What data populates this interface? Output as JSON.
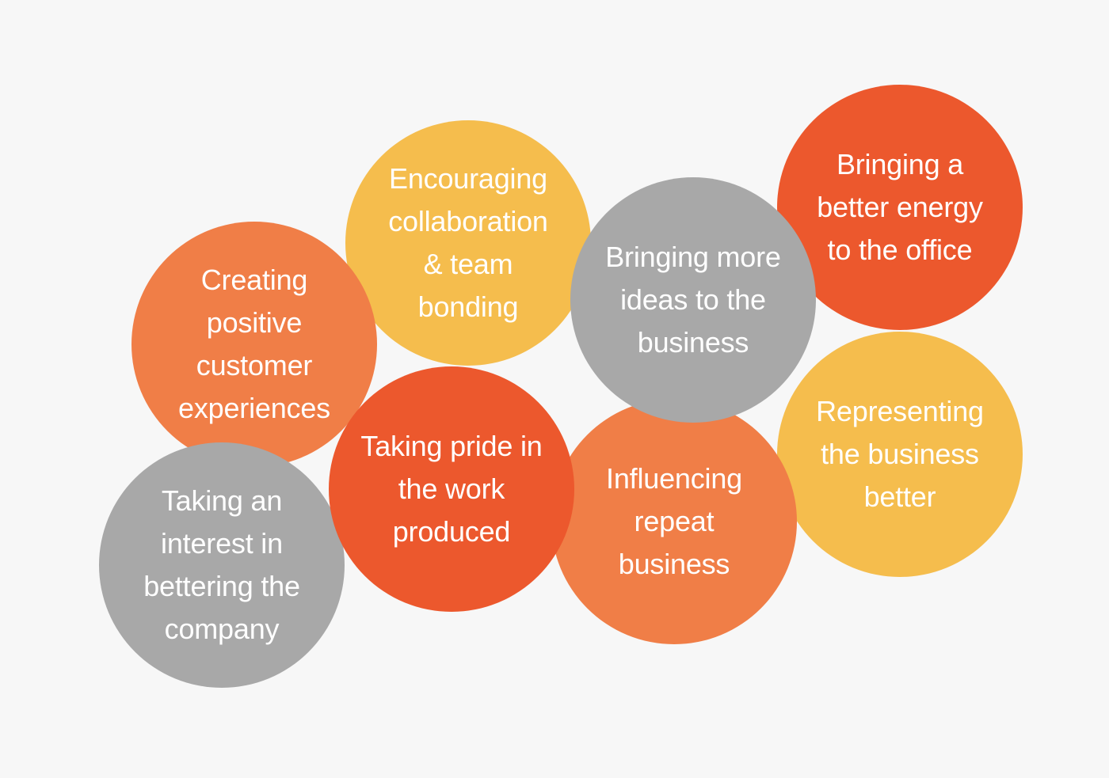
{
  "colors": {
    "background": "#f7f7f7",
    "red_orange": "#ec582d",
    "orange": "#f07e47",
    "yellow": "#f5bd4d",
    "gray": "#a8a8a8",
    "text": "#ffffff"
  },
  "bubbles": [
    {
      "label": "Encouraging\ncollaboration\n& team\nbonding",
      "color": "#f5bd4d"
    },
    {
      "label": "Bringing a\nbetter energy\nto the office",
      "color": "#ec582d"
    },
    {
      "label": "Creating\npositive\ncustomer\nexperiences",
      "color": "#f07e47"
    },
    {
      "label": "Representing\nthe business\nbetter",
      "color": "#f5bd4d"
    },
    {
      "label": "Influencing\nrepeat\nbusiness",
      "color": "#f07e47"
    },
    {
      "label": "Bringing more\nideas to the\nbusiness",
      "color": "#a8a8a8"
    },
    {
      "label": "Taking an\ninterest in\nbettering the\ncompany",
      "color": "#a8a8a8"
    },
    {
      "label": "Taking pride in\nthe work\nproduced",
      "color": "#ec582d"
    }
  ]
}
